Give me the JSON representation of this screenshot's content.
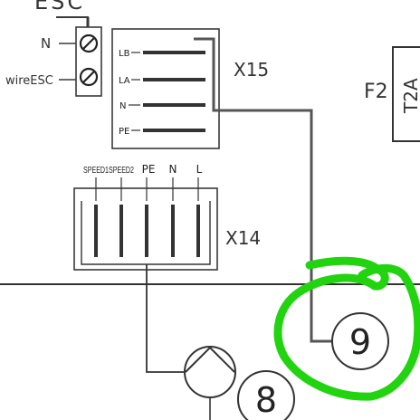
{
  "top_label": "ESC",
  "terminal_block_left": {
    "labels": [
      "N",
      "wireESC"
    ]
  },
  "x15": {
    "name": "X15",
    "pins": [
      "LB",
      "LA",
      "N",
      "PE"
    ]
  },
  "x14": {
    "name": "X14",
    "pins": [
      "SPEED1",
      "SPEED2",
      "PE",
      "N",
      "L"
    ]
  },
  "fuse": {
    "name": "F2",
    "rating": "T2A"
  },
  "callouts": [
    {
      "number": "9",
      "highlighted": true
    },
    {
      "number": "8",
      "highlighted": false
    }
  ],
  "colors": {
    "line": "#3a3a3a",
    "highlight": "#22d40f"
  }
}
